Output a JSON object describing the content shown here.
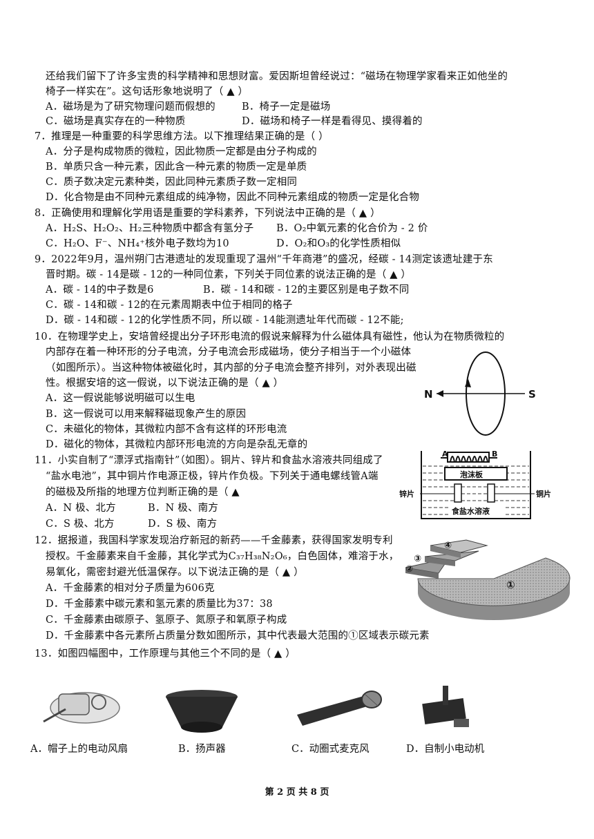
{
  "q6": {
    "line1": "还给我们留下了许多宝贵的科学精神和思想财富。爱因斯坦曾经说过：“磁场在物理学家看来正如他坐的",
    "line2": "椅子一样实在”。这句话形象地说明了（  ▲  ）",
    "optA": "A．磁场是为了研究物理问题而假想的",
    "optB": "B．椅子一定是磁场",
    "optC": "C．磁场是真实存在的一种物质",
    "optD": "D．磁场和椅子一样是看得见、摸得着的"
  },
  "q7": {
    "stem": "7．推理是一种重要的科学思维方法。以下推理结果正确的是（        ）",
    "optA": "A．分子是构成物质的微粒，因此物质一定都是由分子构成的",
    "optB": "B．单质只含一种元素，因此含一种元素的物质一定是单质",
    "optC": "C．质子数决定元素种类，因此同种元素质子数一定相同",
    "optD": "D．化合物是由不同种元素组成的纯净物，因此不同种元素组成的物质一定是化合物"
  },
  "q8": {
    "stem": "8．正确使用和理解化学用语是重要的学科素养，下列说法中正确的是（  ▲  ）",
    "optA": "A．H₂S、H₂O₂、H₂三种物质中都含有氢分子",
    "optB": "B．O₂中氧元素的化合价为 - 2 价",
    "optC": "C．H₂O、F⁻、NH₄⁺核外电子数均为10",
    "optD": "D．O₂和O₃的化学性质相似"
  },
  "q9": {
    "line1": "9．2022年9月，温州朔门古港遗址的发现重现了温州“千年商港”的盛况，经碳 - 14测定该遗址建于东",
    "line2": "晋时期。碳 - 14是碳 - 12的一种同位素，下列关于同位素的说法正确的是（  ▲  ）",
    "optA": "A．碳 - 14的中子数是6",
    "optB": "B．碳 - 14和碳 - 12的主要区别是电子数不同",
    "optC": "C．碳 - 14和碳 - 12的在元素周期表中位于相同的格子",
    "optD": "D．碳 - 14和碳 - 12的化学性质不同，所以碳 - 14能测遗址年代而碳 - 12不能;"
  },
  "q10": {
    "line1": "10．在物理学史上，安培曾经提出分子环形电流的假说来解释为什么磁体具有磁性，他认为在物质微粒的",
    "line2": "内部存在着一种环形的分子电流，分子电流会形成磁场，使分子相当于一个小磁体",
    "line3": "（如图所示）。当这种物体被磁化时，其内部的分子电流会整齐排列，对外表现出磁",
    "line4": "性。根据安培的这一假说，以下说法正确的是（  ▲  ）",
    "optA": "A．这一假说能够说明磁可以生电",
    "optB": "B．这一假说可以用来解释磁现象产生的原因",
    "optC": "C．未磁化的物体，其微粒内部不含有这样的环形电流",
    "optD": "D．磁化的物体，其微粒内部环形电流的方向是杂乱无章的",
    "fig_n": "N",
    "fig_s": "S"
  },
  "q11": {
    "line1": "11．小实自制了“漂浮式指南针”（如图）。铜片、锌片和食盐水溶液共同组成了",
    "line2": "“盐水电池”，其中铜片作电源正极，锌片作负极。下列关于通电螺线管A端",
    "line3": "的磁极及所指的地理方位判断正确的是（  ▲",
    "optA": "A．N 极、北方",
    "optB": "B．N 极、南方",
    "optC": "C．S 极、北方",
    "optD": "D．S 极、南方",
    "fig_a": "A",
    "fig_b": "B",
    "fig_foam": "泡沫板",
    "fig_zinc": "锌片",
    "fig_copper": "铜片",
    "fig_salt": "食盐水溶液"
  },
  "q12": {
    "line1": "12．据报道，我国科学家发现治疗新冠的新药——千金藤素，获得国家发明专利",
    "line2": "授权。千金藤素来自千金藤，其化学式为C₃₇H₃₈N₂O₆，白色固体，难溶于水，",
    "line3": "易氧化，需密封避光低温保存。以下说法正确的是（  ▲  ）",
    "optA": "A．千金藤素的相对分子质量为606克",
    "optB": "D．千金藤素中碳元素和氢元素的质量比为37：38",
    "optC": "C．千金藤素由碳原子、氢原子、氮原子和氧原子构成",
    "optD": "D．千金藤素中各元素所占质量分数如图所示，其中代表最大范围的①区域表示碳元素",
    "pie_labels": [
      "①",
      "②",
      "③",
      "④"
    ]
  },
  "q13": {
    "stem": "13．如图四幅图中，工作原理与其他三个不同的是（  ▲  ）",
    "captions": [
      "A．帽子上的电动风扇",
      "B．扬声器",
      "C．动圈式麦克风",
      "D．自制小电动机"
    ]
  },
  "footer": "第 2 页 共 8 页"
}
